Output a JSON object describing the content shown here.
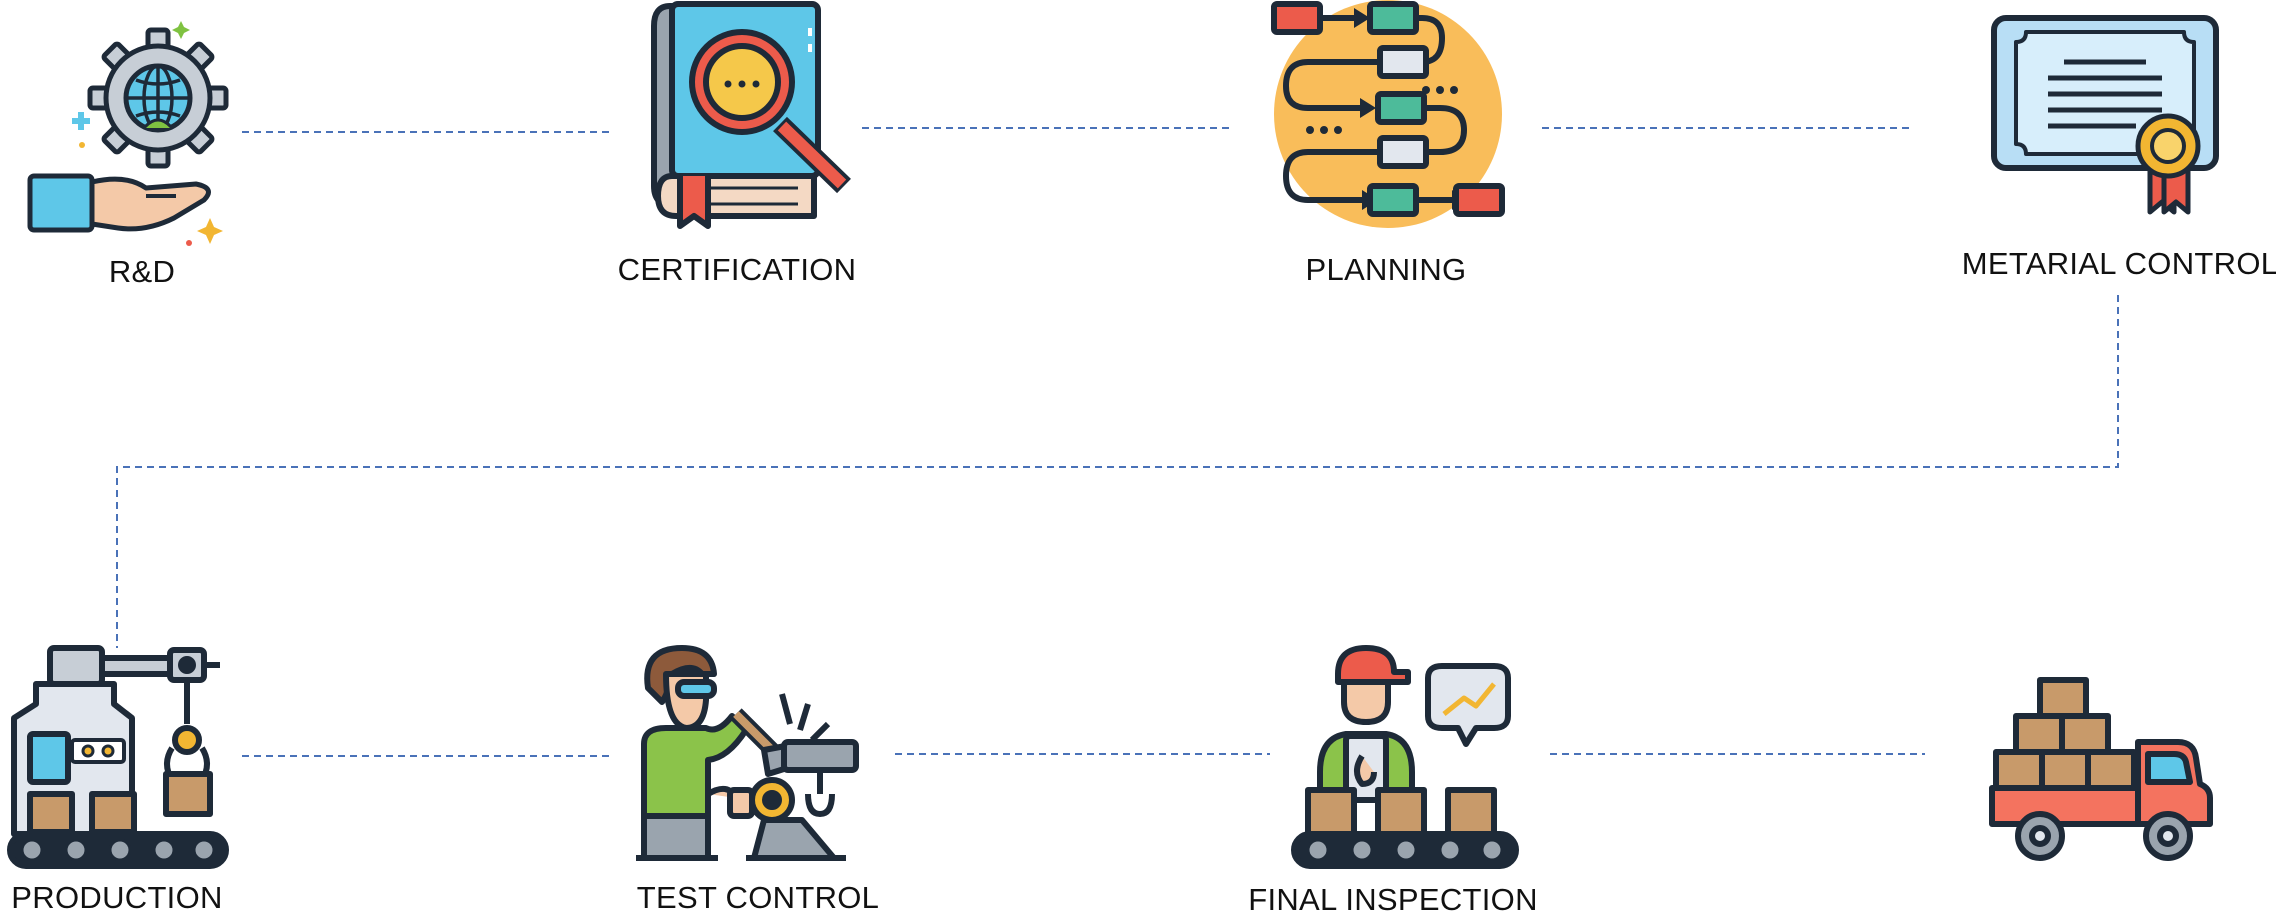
{
  "diagram": {
    "connector_color": "#4a72b8",
    "steps": [
      {
        "label": "R&D",
        "icon": "gear-globe-hand-icon"
      },
      {
        "label": "CERTIFICATION",
        "icon": "book-magnifier-icon"
      },
      {
        "label": "PLANNING",
        "icon": "flowchart-icon"
      },
      {
        "label": "METARIAL CONTROL",
        "icon": "certificate-icon"
      },
      {
        "label": "PRODUCTION",
        "icon": "factory-robot-arm-icon"
      },
      {
        "label": "TEST CONTROL",
        "icon": "worker-machine-icon"
      },
      {
        "label": "FINAL INSPECTION",
        "icon": "inspector-conveyor-icon"
      },
      {
        "label": "",
        "icon": "delivery-truck-icon"
      }
    ]
  }
}
